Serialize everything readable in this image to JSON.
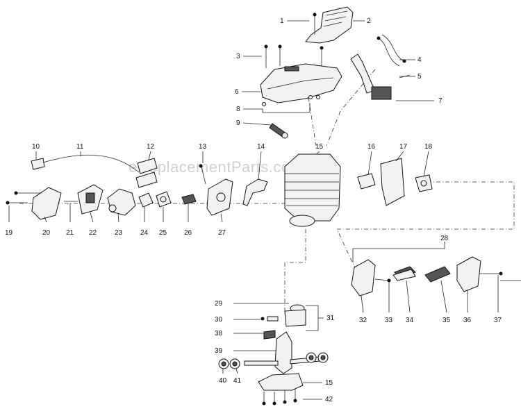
{
  "watermark": "eReplacementParts.com",
  "labels": [
    "1",
    "2",
    "3",
    "4",
    "5",
    "6",
    "7",
    "8",
    "9",
    "10",
    "11",
    "12",
    "13",
    "14",
    "15",
    "16",
    "17",
    "18",
    "19",
    "20",
    "21",
    "22",
    "23",
    "24",
    "25",
    "26",
    "27",
    "28",
    "29",
    "30",
    "31",
    "32",
    "33",
    "34",
    "35",
    "36",
    "37",
    "38",
    "39",
    "40",
    "41",
    "15",
    "42"
  ]
}
